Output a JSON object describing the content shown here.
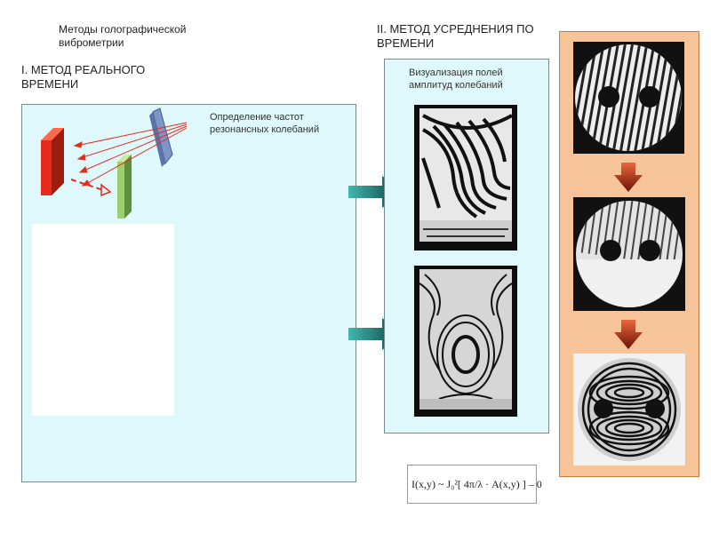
{
  "main_title": "Методы голографической виброметрии",
  "section1": {
    "heading": "I. МЕТОД РЕАЛЬНОГО ВРЕМЕНИ",
    "panel_label": "Определение частот резонансных колебаний"
  },
  "section2": {
    "heading": "II. МЕТОД УСРЕДНЕНИЯ ПО ВРЕМЕНИ",
    "panel_label": "Визуализация полей амплитуд колебаний"
  },
  "formula": "I(x,y) ~ J₀²[ 4π/λ · A(x,y) ] – 0",
  "colors": {
    "panel_bg": "#dff8fb",
    "orange_panel": "#f7c49a",
    "arrow_teal": "#1f8a86",
    "arrow_orange": "#c8461d",
    "laser_red": "#e62b1c",
    "object_blue": "#7e96c7",
    "object_green": "#9bd06a"
  },
  "icons": {
    "laser": "red-block-laser-icon",
    "mirror": "blue-plate-mirror-icon",
    "plate": "green-plate-hologram-icon",
    "arrow_right": "teal-arrow-right-icon",
    "arrow_down": "orange-arrow-down-icon"
  }
}
